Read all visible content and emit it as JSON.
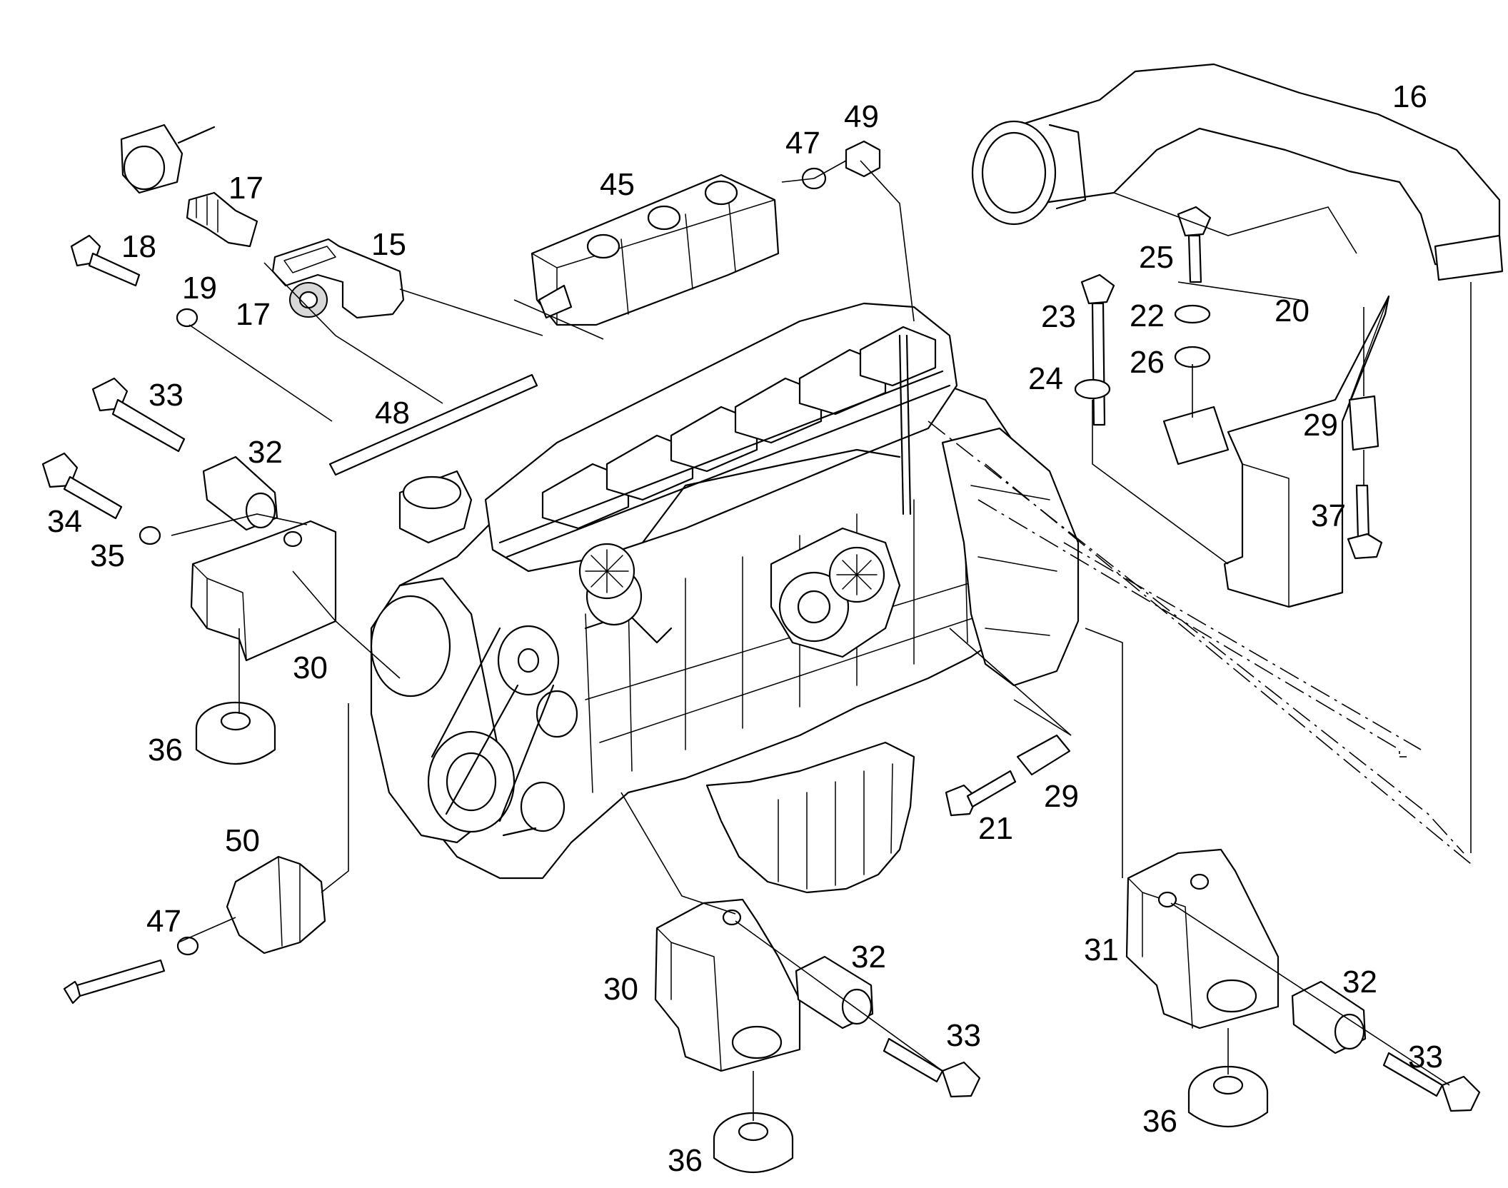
{
  "diagram": {
    "type": "exploded-parts-view",
    "callouts": {
      "c15": "15",
      "c16": "16",
      "c17a": "17",
      "c17b": "17",
      "c18": "18",
      "c19": "19",
      "c20": "20",
      "c21": "21",
      "c22": "22",
      "c23": "23",
      "c24": "24",
      "c25": "25",
      "c26": "26",
      "c29a": "29",
      "c29b": "29",
      "c30a": "30",
      "c30b": "30",
      "c31": "31",
      "c32a": "32",
      "c32b": "32",
      "c32c": "32",
      "c33a": "33",
      "c33b": "33",
      "c33c": "33",
      "c34": "34",
      "c35": "35",
      "c36a": "36",
      "c36b": "36",
      "c36c": "36",
      "c37": "37",
      "c45": "45",
      "c47a": "47",
      "c47b": "47",
      "c48": "48",
      "c49": "49",
      "c50": "50"
    }
  }
}
